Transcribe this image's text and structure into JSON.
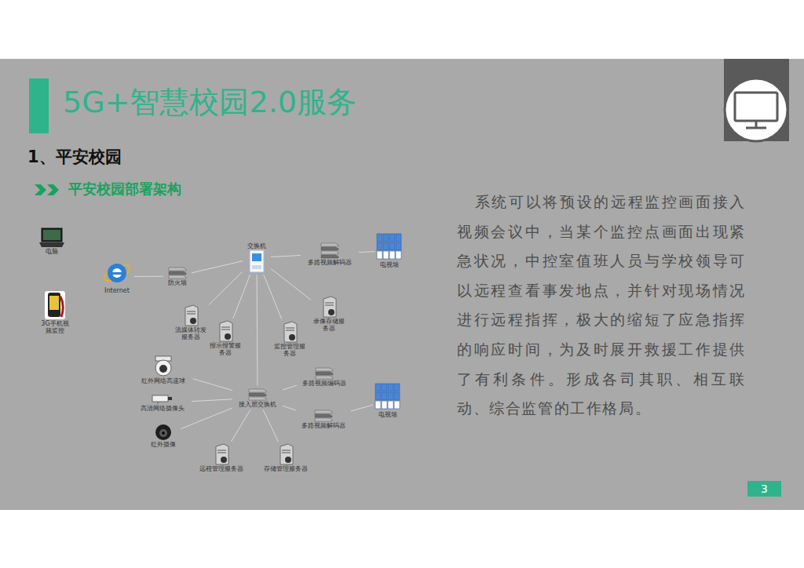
{
  "diagram": {
    "title": "5G+智慧校园2.0服务",
    "nodes": [
      {
        "text": [
          "电脑"
        ]
      },
      {
        "text": [
          "3G手机视频监控"
        ]
      },
      {
        "text": [
          "Internet"
        ]
      },
      {
        "text": [
          "防火墙"
        ]
      },
      {
        "text": [
          "交换机"
        ]
      },
      {
        "text": [
          "多路视频解码器"
        ]
      },
      {
        "text": [
          "电视墙"
        ]
      },
      {
        "text": [
          "流媒体转发服务器"
        ]
      },
      {
        "text": [
          "报示报警服务器"
        ]
      },
      {
        "text": [
          "监控管理服务器"
        ]
      },
      {
        "text": [
          "录像存储服务器"
        ]
      },
      {
        "text": [
          "红外网络高速球"
        ]
      },
      {
        "text": [
          "多路视频编码器"
        ]
      },
      {
        "text": [
          "高清网络摄像头"
        ]
      },
      {
        "text": [
          "接入层交换机"
        ]
      },
      {
        "text": [
          "电视墙"
        ]
      },
      {
        "text": [
          "多路视频解码器"
        ]
      },
      {
        "text": [
          "红外摄像"
        ]
      },
      {
        "text": [
          "远程管理服务器"
        ]
      },
      {
        "text": [
          "存储管理服务器"
        ]
      }
    ],
    "edges": [
      {
        "from": 2,
        "to": 3,
        "arrow": "none"
      },
      {
        "from": 3,
        "to": 4,
        "arrow": "none"
      },
      {
        "from": 4,
        "to": 5,
        "arrow": "none"
      },
      {
        "from": 5,
        "to": 6,
        "arrow": "none"
      },
      {
        "from": 4,
        "to": 7,
        "arrow": "none"
      },
      {
        "from": 4,
        "to": 8,
        "arrow": "none"
      },
      {
        "from": 4,
        "to": 9,
        "arrow": "none"
      },
      {
        "from": 4,
        "to": 10,
        "arrow": "none"
      },
      {
        "from": 4,
        "to": 14,
        "arrow": "none"
      },
      {
        "from": 14,
        "to": 11,
        "arrow": "none"
      },
      {
        "from": 14,
        "to": 13,
        "arrow": "none"
      },
      {
        "from": 14,
        "to": 17,
        "arrow": "none"
      },
      {
        "from": 14,
        "to": 12,
        "arrow": "none"
      },
      {
        "from": 14,
        "to": 16,
        "arrow": "none"
      },
      {
        "from": 16,
        "to": 15,
        "arrow": "none"
      },
      {
        "from": 14,
        "to": 18,
        "arrow": "none"
      },
      {
        "from": 14,
        "to": 19,
        "arrow": "none"
      }
    ],
    "labels": [
      "1、平安校园",
      "平安校园部署架构",
      "系统可以将预设的远程监控画面接入视频会议中，当某个监控点画面出现紧急状况，中控室值班人员与学校领导可以远程查看事发地点，并针对现场情况进行远程指挥，极大的缩短了应急指挥的响应时间，为及时展开救援工作提供了有利条件。形成各司其职、相互联动、综合监管的工作格局。",
      "3"
    ]
  }
}
